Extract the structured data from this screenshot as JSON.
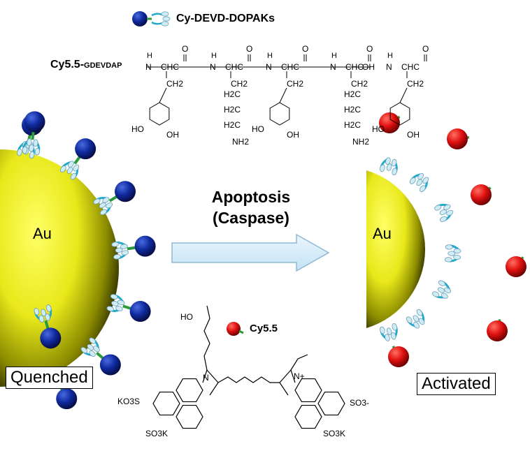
{
  "legend": {
    "probe_label": "Cy-DEVD-DOPAKs",
    "dye_label": "Cy5.5"
  },
  "peptide": {
    "prefix": "Cy5.5-",
    "sequence": "GDEVDAP",
    "atoms": {
      "N": "N",
      "H": "H",
      "C": "C",
      "O": "O",
      "OH": "OH",
      "HO": "HO",
      "CH2": "CH2",
      "H2C": "H2C",
      "NH2": "NH2",
      "CHC": "CHC"
    }
  },
  "center": {
    "line1": "Apoptosis",
    "line2": "(Caspase)"
  },
  "left_particle": {
    "label": "Au",
    "state": "Quenched"
  },
  "right_particle": {
    "label": "Au",
    "state": "Activated"
  },
  "cy55": {
    "acid": "HO",
    "sulfonate_potassium": "SO3K",
    "kso3": "KO3S",
    "sulfonate_anion": "SO3-",
    "N": "N",
    "Nplus": "N+"
  },
  "colors": {
    "gold_light": "#ffff55",
    "gold_mid": "#dede10",
    "gold_dark": "#111100",
    "quencher_blue": "#0b1a8a",
    "dye_red": "#e01010",
    "linker_cyan": "#22aacc",
    "linker_green": "#2a9a3a",
    "arrow_fill": "#d9eefa",
    "arrow_stroke": "#8fb8d4"
  }
}
